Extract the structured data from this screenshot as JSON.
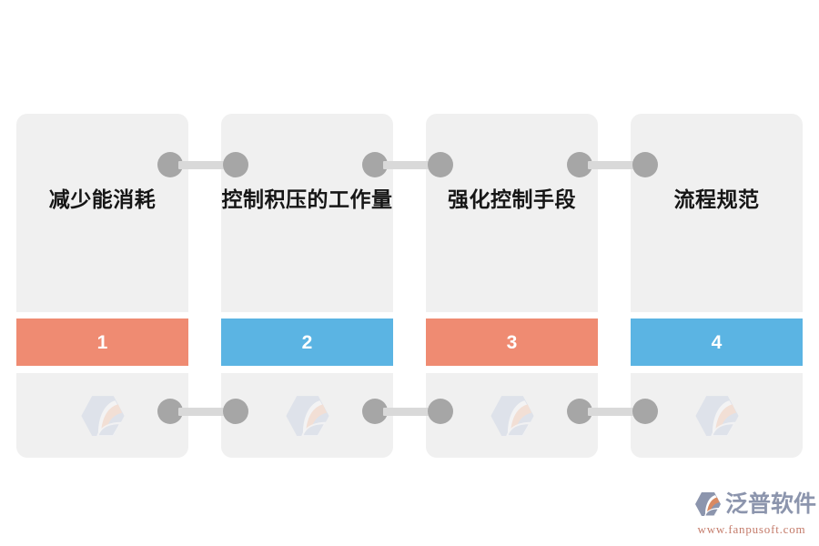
{
  "diagram": {
    "type": "four-step-process",
    "background_color": "#ffffff",
    "card_color": "#f0f0f0",
    "connector_dot_color": "#a6a6a6",
    "connector_bar_color": "#d9d9d9",
    "title_color": "#161616",
    "steps": [
      {
        "number": "1",
        "title": "减少能消耗",
        "accent_color": "#ef8b72",
        "watermark_icon": "fanpu-hexagon-logo-icon"
      },
      {
        "number": "2",
        "title": "控制积压的工作量",
        "accent_color": "#5bb4e3",
        "watermark_icon": "fanpu-hexagon-logo-icon"
      },
      {
        "number": "3",
        "title": "强化控制手段",
        "accent_color": "#ef8b72",
        "watermark_icon": "fanpu-hexagon-logo-icon"
      },
      {
        "number": "4",
        "title": "流程规范",
        "accent_color": "#5bb4e3",
        "watermark_icon": "fanpu-hexagon-logo-icon"
      }
    ]
  },
  "brand": {
    "mark_icon": "fanpu-hexagon-logo-icon",
    "name": "泛普软件",
    "url": "www.fanpusoft.com",
    "name_color": "#8c95ad",
    "url_color": "#c47b6a"
  }
}
